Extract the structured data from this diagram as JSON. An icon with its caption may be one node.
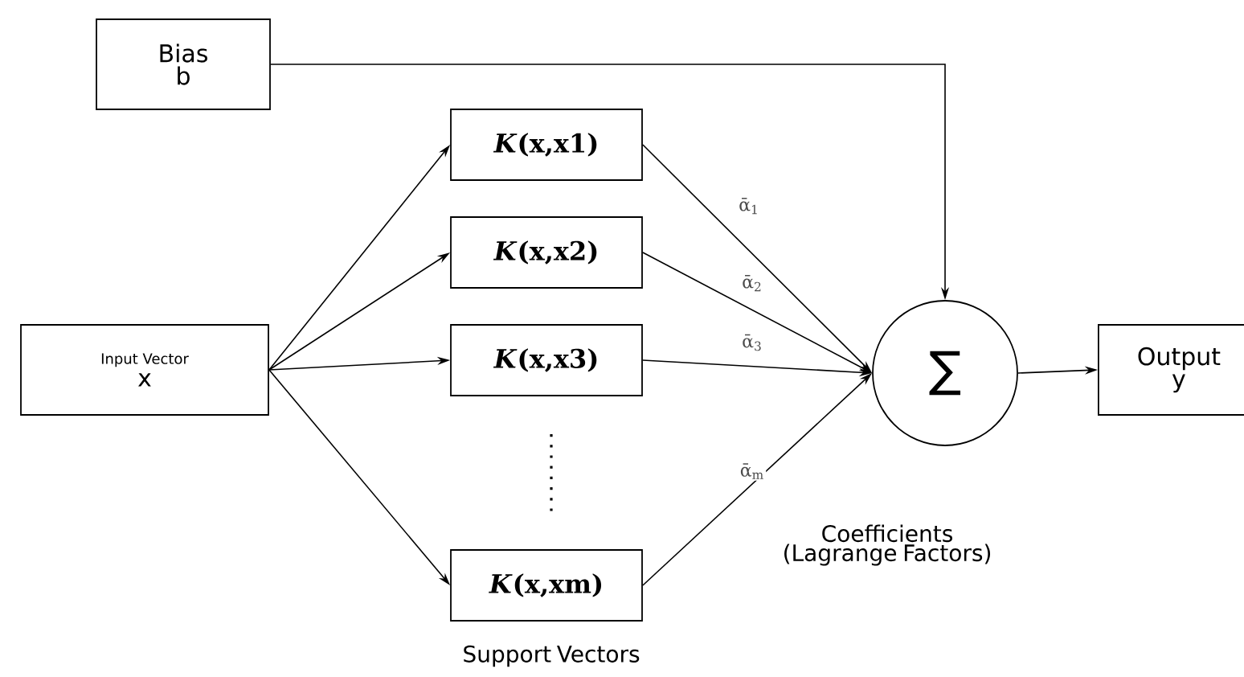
{
  "diagram": {
    "nodes": [
      {
        "text": [
          "Bias",
          "b"
        ]
      },
      {
        "text": [
          "Input Vector",
          "x"
        ]
      },
      {
        "text": [
          "*K*(x,x1)"
        ]
      },
      {
        "text": [
          "*K*(x,x2)"
        ]
      },
      {
        "text": [
          "*K*(x,x3)"
        ]
      },
      {
        "text": [
          "*K*(x,xm)"
        ]
      },
      {
        "text": [
          "∑"
        ]
      },
      {
        "text": [
          "Output",
          "y"
        ]
      }
    ],
    "edges": [
      {
        "from": 0,
        "to": 6,
        "arrow": "to"
      },
      {
        "from": 1,
        "to": 2,
        "arrow": "to"
      },
      {
        "from": 1,
        "to": 3,
        "arrow": "to"
      },
      {
        "from": 1,
        "to": 4,
        "arrow": "to"
      },
      {
        "from": 1,
        "to": 5,
        "arrow": "to"
      },
      {
        "from": 2,
        "to": 6,
        "arrow": "to",
        "label": "ᾱ$_{1}$"
      },
      {
        "from": 3,
        "to": 6,
        "arrow": "to",
        "label": "ᾱ$_{2}$"
      },
      {
        "from": 4,
        "to": 6,
        "arrow": "to",
        "label": "ᾱ$_{3}$"
      },
      {
        "from": 5,
        "to": 6,
        "arrow": "to",
        "label": "ᾱ$_{m}$"
      },
      {
        "from": 6,
        "to": 7,
        "arrow": "to"
      }
    ],
    "labels": [
      "Coefficients (Lagrange Factors)",
      "Support Vectors"
    ]
  }
}
